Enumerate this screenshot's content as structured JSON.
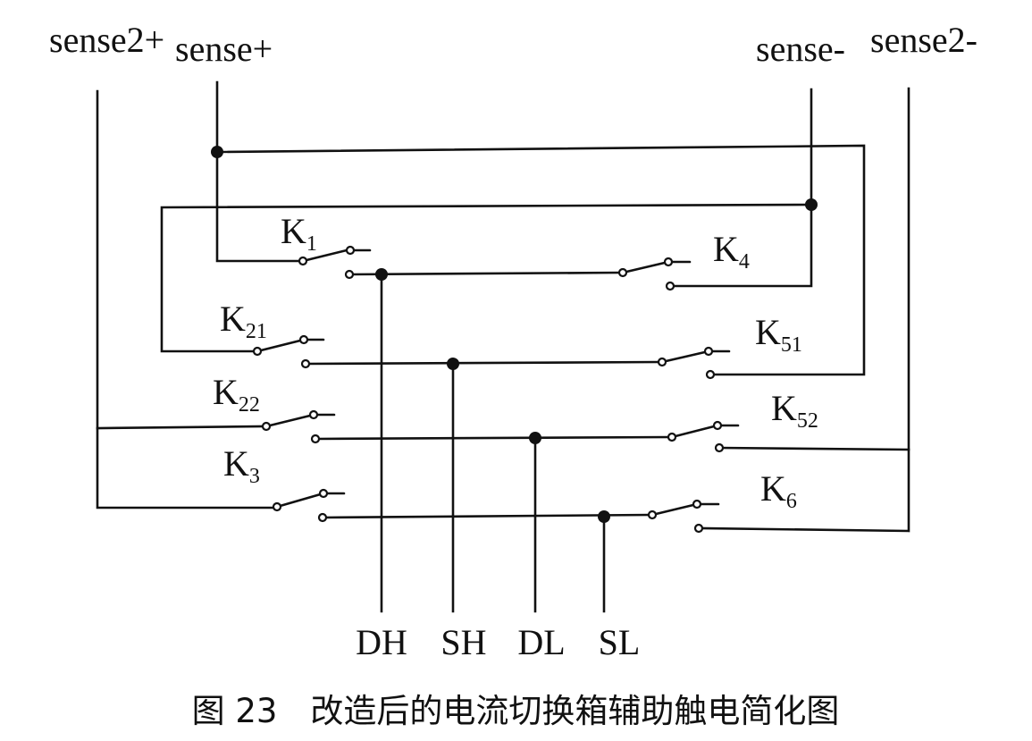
{
  "terminals": {
    "sense2_plus": "sense2+",
    "sense_plus": "sense+",
    "sense_minus": "sense-",
    "sense2_minus": "sense2-"
  },
  "switches": {
    "k1": {
      "main": "K",
      "sub": "1"
    },
    "k21": {
      "main": "K",
      "sub": "21"
    },
    "k22": {
      "main": "K",
      "sub": "22"
    },
    "k3": {
      "main": "K",
      "sub": "3"
    },
    "k4": {
      "main": "K",
      "sub": "4"
    },
    "k51": {
      "main": "K",
      "sub": "51"
    },
    "k52": {
      "main": "K",
      "sub": "52"
    },
    "k6": {
      "main": "K",
      "sub": "6"
    }
  },
  "outputs": {
    "dh": "DH",
    "sh": "SH",
    "dl": "DL",
    "sl": "SL"
  },
  "caption": "图 23　改造后的电流切换箱辅助触电简化图"
}
